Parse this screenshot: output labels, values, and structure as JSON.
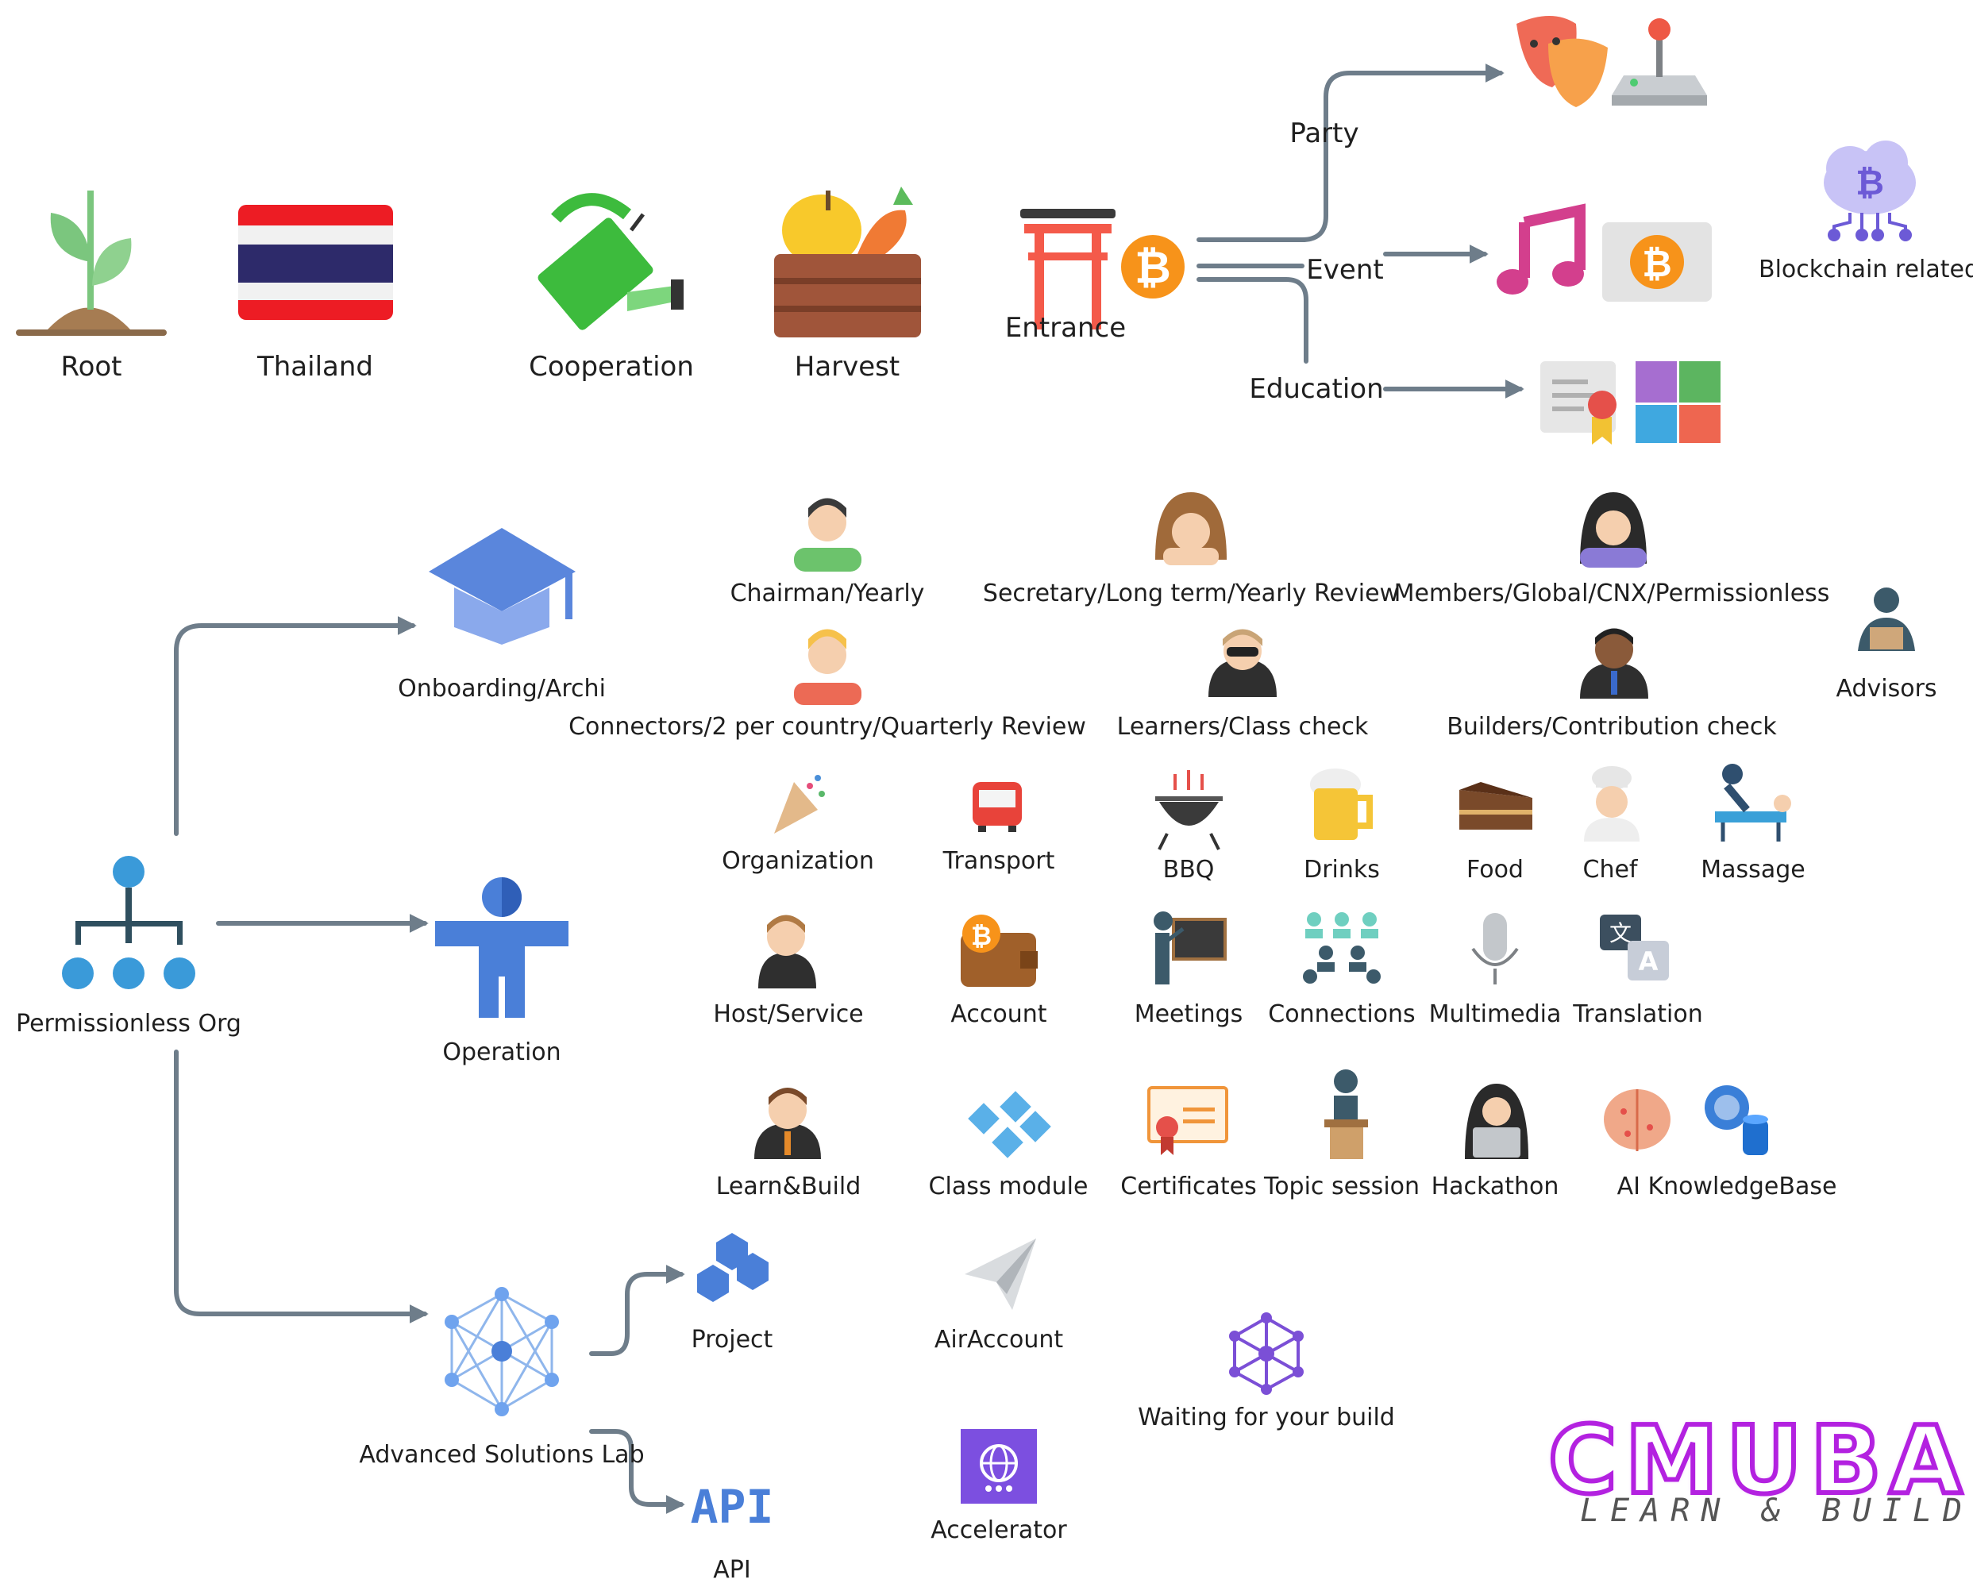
{
  "top_row": {
    "root": "Root",
    "thailand": "Thailand",
    "cooperation": "Cooperation",
    "harvest": "Harvest",
    "entrance": "Entrance",
    "party": "Party",
    "event": "Event",
    "education": "Education",
    "blockchain": "Blockchain related"
  },
  "org": {
    "permissionless_org": "Permissionless Org",
    "onboarding": "Onboarding/Archi",
    "operation": "Operation",
    "advanced_lab": "Advanced Solutions Lab",
    "project": "Project",
    "api": "API",
    "api_icon_text": "API"
  },
  "roles": {
    "chairman": "Chairman/Yearly",
    "secretary": "Secretary/Long term/Yearly Review",
    "members": "Members/Global/CNX/Permissionless",
    "advisors": "Advisors",
    "connectors": "Connectors/2 per country/Quarterly Review",
    "learners": "Learners/Class check",
    "builders": "Builders/Contribution check"
  },
  "operations": {
    "organization": "Organization",
    "transport": "Transport",
    "bbq": "BBQ",
    "drinks": "Drinks",
    "food": "Food",
    "chef": "Chef",
    "massage": "Massage",
    "host": "Host/Service",
    "account": "Account",
    "meetings": "Meetings",
    "connections": "Connections",
    "multimedia": "Multimedia",
    "translation": "Translation"
  },
  "learn": {
    "learn_build": "Learn&Build",
    "class_module": "Class module",
    "certificates": "Certificates",
    "topic_session": "Topic session",
    "hackathon": "Hackathon",
    "ai_kb": "AI  KnowledgeBase"
  },
  "lab": {
    "airaccount": "AirAccount",
    "accelerator": "Accelerator",
    "waiting": "Waiting for your build"
  },
  "logo": {
    "main": "CMUBA",
    "sub": "LEARN & BUILD"
  },
  "colors": {
    "connector": "#6e7d8a",
    "bitcoin": "#f7931a",
    "blue": "#4a7fd8",
    "brand": "#b321e0"
  }
}
